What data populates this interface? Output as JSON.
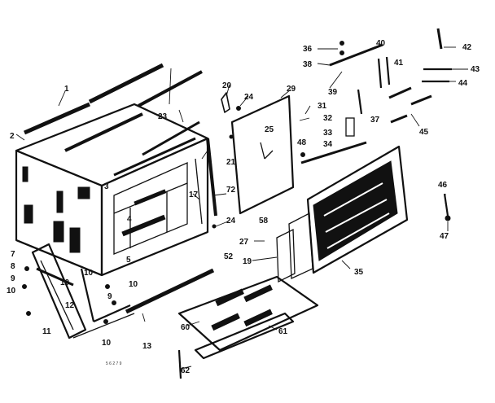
{
  "diagram": {
    "figure_number": "5 6 2 7 9",
    "callouts": [
      {
        "id": "c1",
        "label": "1"
      },
      {
        "id": "c2",
        "label": "2"
      },
      {
        "id": "c3",
        "label": "3"
      },
      {
        "id": "c4",
        "label": "4"
      },
      {
        "id": "c5",
        "label": "5"
      },
      {
        "id": "c7",
        "label": "7"
      },
      {
        "id": "c8",
        "label": "8"
      },
      {
        "id": "c9a",
        "label": "9"
      },
      {
        "id": "c9b",
        "label": "9"
      },
      {
        "id": "c10a",
        "label": "10"
      },
      {
        "id": "c10b",
        "label": "10"
      },
      {
        "id": "c10c",
        "label": "10"
      },
      {
        "id": "c10d",
        "label": "10"
      },
      {
        "id": "c10e",
        "label": "10"
      },
      {
        "id": "c11",
        "label": "11"
      },
      {
        "id": "c12",
        "label": "12"
      },
      {
        "id": "c13",
        "label": "13"
      },
      {
        "id": "c17",
        "label": "17"
      },
      {
        "id": "c19",
        "label": "19"
      },
      {
        "id": "c20",
        "label": "20"
      },
      {
        "id": "c21",
        "label": "21"
      },
      {
        "id": "c23",
        "label": "23"
      },
      {
        "id": "c24a",
        "label": "24"
      },
      {
        "id": "c24b",
        "label": "24"
      },
      {
        "id": "c25",
        "label": "25"
      },
      {
        "id": "c27",
        "label": "27"
      },
      {
        "id": "c29",
        "label": "29"
      },
      {
        "id": "c31",
        "label": "31"
      },
      {
        "id": "c32",
        "label": "32"
      },
      {
        "id": "c33",
        "label": "33"
      },
      {
        "id": "c34",
        "label": "34"
      },
      {
        "id": "c35",
        "label": "35"
      },
      {
        "id": "c36",
        "label": "36"
      },
      {
        "id": "c37",
        "label": "37"
      },
      {
        "id": "c38",
        "label": "38"
      },
      {
        "id": "c39",
        "label": "39"
      },
      {
        "id": "c40",
        "label": "40"
      },
      {
        "id": "c41",
        "label": "41"
      },
      {
        "id": "c42",
        "label": "42"
      },
      {
        "id": "c43",
        "label": "43"
      },
      {
        "id": "c44",
        "label": "44"
      },
      {
        "id": "c45",
        "label": "45"
      },
      {
        "id": "c46",
        "label": "46"
      },
      {
        "id": "c47",
        "label": "47"
      },
      {
        "id": "c48",
        "label": "48"
      },
      {
        "id": "c52",
        "label": "52"
      },
      {
        "id": "c58",
        "label": "58"
      },
      {
        "id": "c60",
        "label": "60"
      },
      {
        "id": "c61",
        "label": "61"
      },
      {
        "id": "c62",
        "label": "62"
      },
      {
        "id": "c72",
        "label": "72"
      }
    ]
  }
}
